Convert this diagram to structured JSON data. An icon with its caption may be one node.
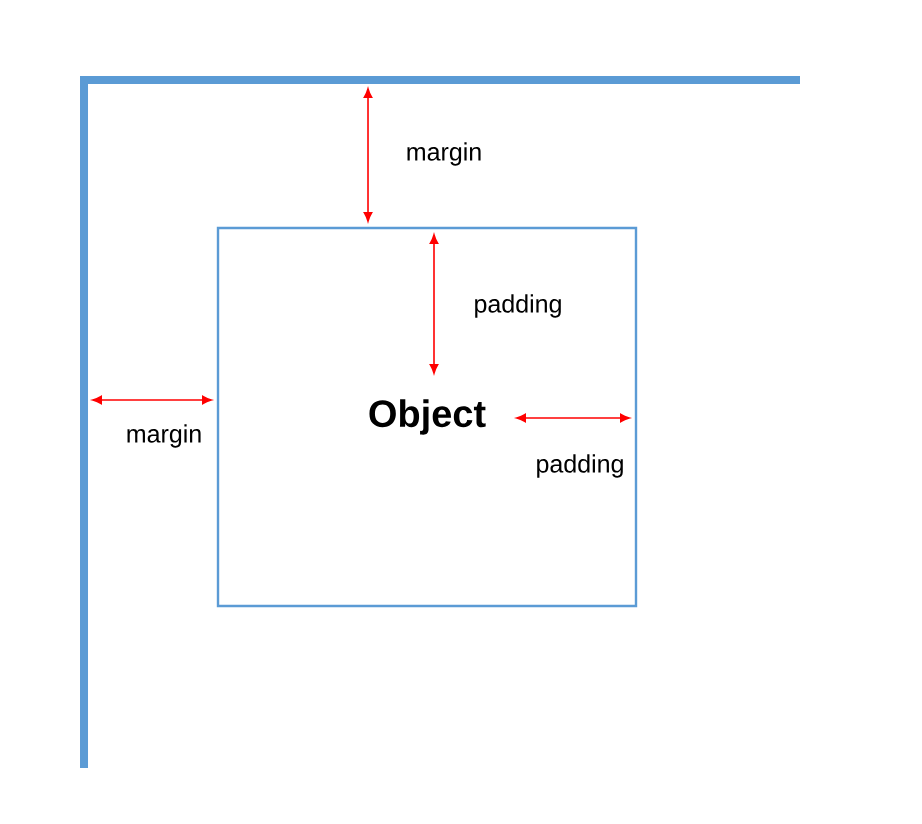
{
  "diagram": {
    "nodes": [
      {
        "text": [
          "**Object**"
        ]
      }
    ],
    "labels": [
      "margin",
      "padding",
      "margin",
      "padding"
    ]
  }
}
